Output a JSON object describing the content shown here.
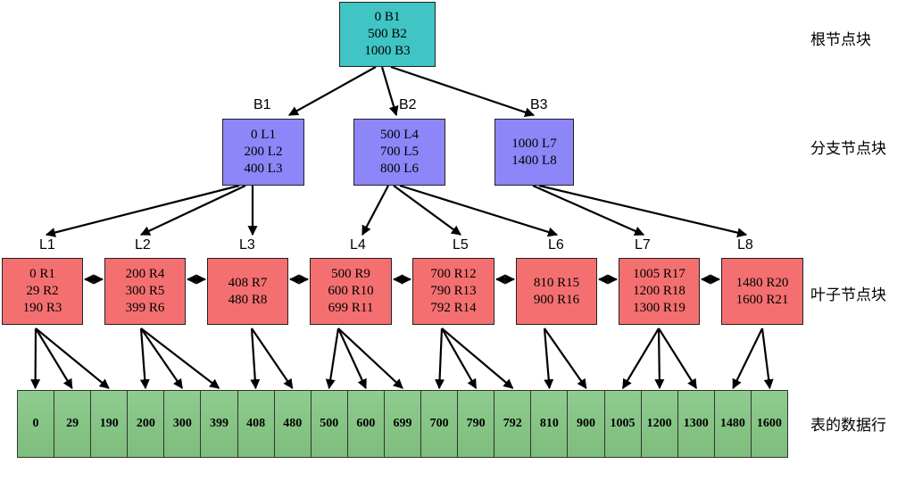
{
  "root": {
    "lines": [
      "0 B1",
      "500 B2",
      "1000 B3"
    ]
  },
  "branches": [
    {
      "label": "B1",
      "lines": [
        "0 L1",
        "200 L2",
        "400 L3"
      ]
    },
    {
      "label": "B2",
      "lines": [
        "500 L4",
        "700 L5",
        "800 L6"
      ]
    },
    {
      "label": "B3",
      "lines": [
        "1000 L7",
        "1400 L8"
      ]
    }
  ],
  "leaves": [
    {
      "label": "L1",
      "lines": [
        "0 R1",
        "29 R2",
        "190 R3"
      ]
    },
    {
      "label": "L2",
      "lines": [
        "200 R4",
        "300 R5",
        "399 R6"
      ]
    },
    {
      "label": "L3",
      "lines": [
        "408 R7",
        "480 R8"
      ]
    },
    {
      "label": "L4",
      "lines": [
        "500 R9",
        "600 R10",
        "699 R11"
      ]
    },
    {
      "label": "L5",
      "lines": [
        "700 R12",
        "790 R13",
        "792 R14"
      ]
    },
    {
      "label": "L6",
      "lines": [
        "810 R15",
        "900 R16"
      ]
    },
    {
      "label": "L7",
      "lines": [
        "1005 R17",
        "1200 R18",
        "1300 R19"
      ]
    },
    {
      "label": "L8",
      "lines": [
        "1480 R20",
        "1600 R21"
      ]
    }
  ],
  "rows": [
    "0",
    "29",
    "190",
    "200",
    "300",
    "399",
    "408",
    "480",
    "500",
    "600",
    "699",
    "700",
    "790",
    "792",
    "810",
    "900",
    "1005",
    "1200",
    "1300",
    "1480",
    "1600"
  ],
  "side_labels": {
    "root": "根节点块",
    "branch": "分支节点块",
    "leaf": "叶子节点块",
    "table": "表的数据行"
  },
  "colors": {
    "root": "#40c4c4",
    "branch": "#8c86f8",
    "leaf": "#f47070",
    "row": "#84c484"
  }
}
